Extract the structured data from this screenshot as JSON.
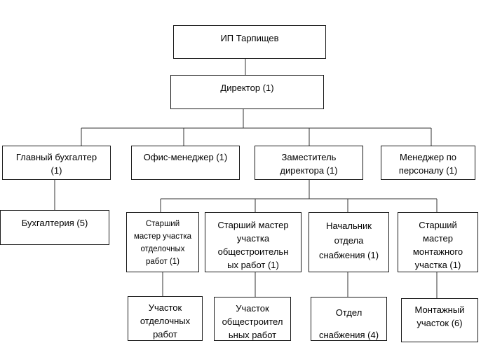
{
  "org": {
    "owner": "ИП Тарпищев",
    "director": "Директор (1)",
    "chief_accountant": "Главный бухгалтер\n(1)",
    "office_manager": "Офис-менеджер (1)",
    "deputy_director": "Заместитель\nдиректора (1)",
    "hr_manager": "Менеджер по\nперсоналу (1)",
    "accounting": "Бухгалтерия (5)",
    "master_finishing": "Старший\nмастер участка\nотделочных\nработ (1)",
    "master_construction": "Старший мастер\nучастка\nобщестроительн\nых работ (1)",
    "head_supply": "Начальник\nотдела\nснабжения (1)",
    "master_mounting": "Старший\nмастер\nмонтажного\nучастка (1)",
    "section_finishing": "Участок\nотделочных\nработ",
    "section_construction": "Участок\nобщестроител\nьных работ",
    "dept_supply": "Отдел\nснабжения (4)",
    "section_mounting": "Монтажный\nучасток (6)"
  }
}
